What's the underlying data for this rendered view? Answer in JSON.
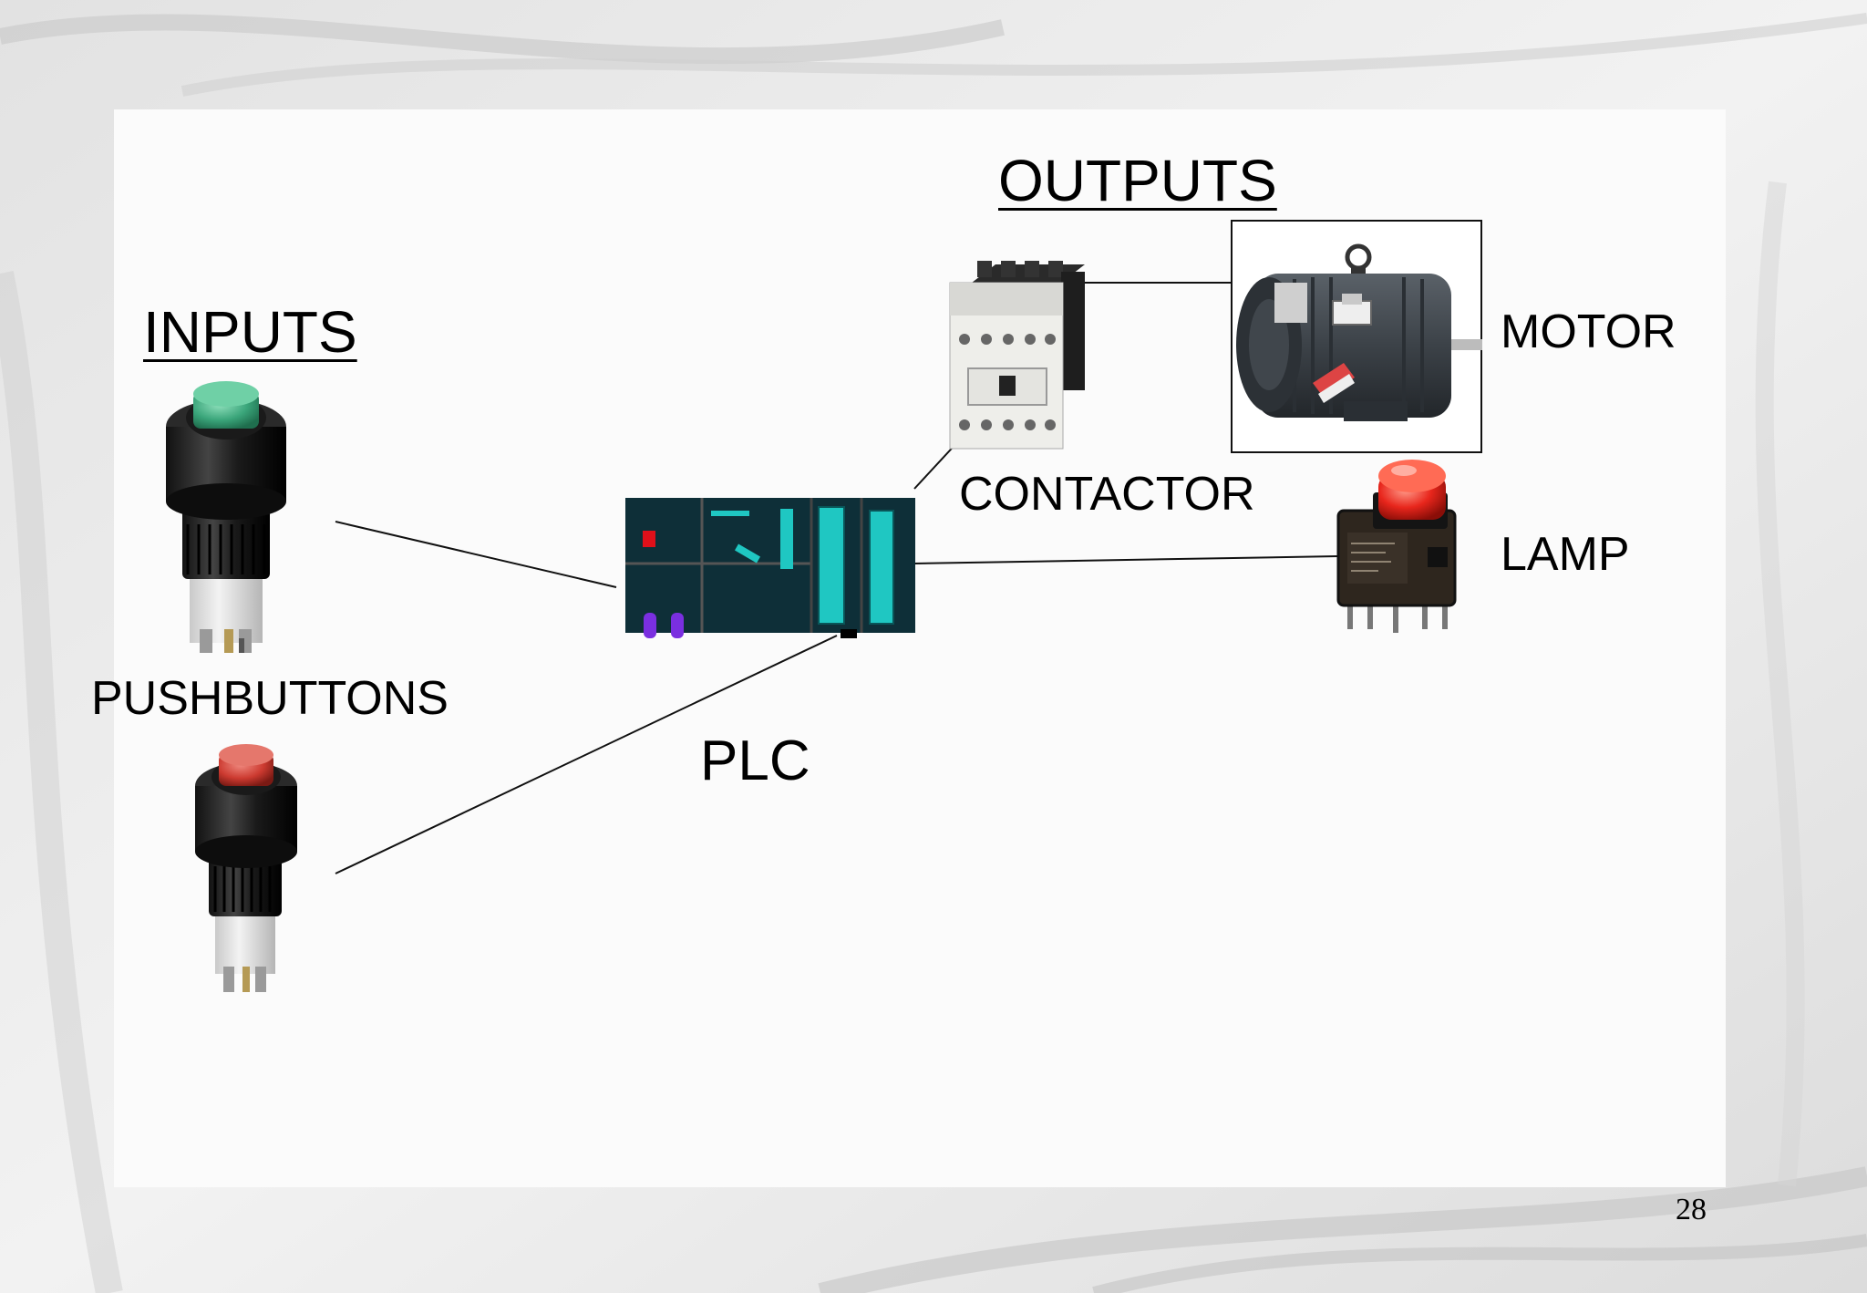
{
  "slide": {
    "inputs_heading": "INPUTS",
    "outputs_heading": "OUTPUTS",
    "page_number": "28"
  },
  "devices": {
    "pushbuttons": "PUSHBUTTONS",
    "plc": "PLC",
    "contactor": "CONTACTOR",
    "motor": "MOTOR",
    "lamp": "LAMP"
  },
  "colors": {
    "background": "#f4f4f4",
    "content_panel": "#fbfbfb",
    "plc_body": "#0e2f38",
    "plc_accent": "#1fc7c2",
    "pushbutton_green": "#3aa57a",
    "pushbutton_red": "#cc3a30",
    "lamp_red": "#e8261c",
    "motor_body": "#3c4248",
    "contactor_body": "#eeeeea"
  }
}
